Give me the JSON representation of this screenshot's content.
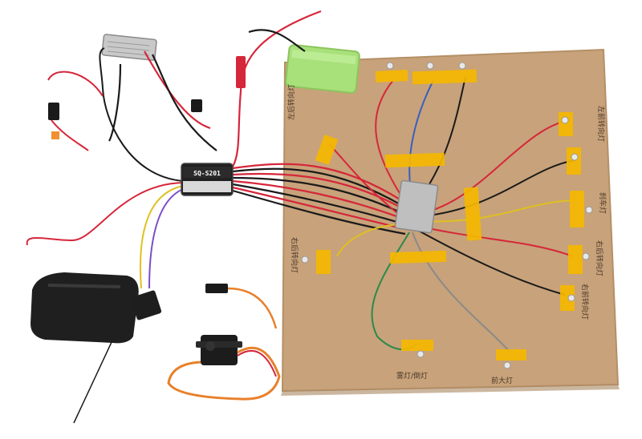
{
  "photo": {
    "module_label": "SQ-S201",
    "board_labels": {
      "left_upper": "左后转向灯",
      "right_upper": "左前转向灯",
      "right_middle": "刹车灯",
      "right_lower_1": "右后转向灯",
      "right_lower_2": "右前转向灯",
      "left_lower": "右后转向灯",
      "bottom_left": "雾灯/倒灯",
      "bottom_right": "前大灯"
    },
    "colors": {
      "background": "#ffffff",
      "cardboard": "#c8a27a",
      "tape": "#f5b800",
      "battery": "#a8e07a",
      "transmitter": "#1f1f1f",
      "red_wire": "#d6263a",
      "black_wire": "#1a1a1a"
    }
  }
}
